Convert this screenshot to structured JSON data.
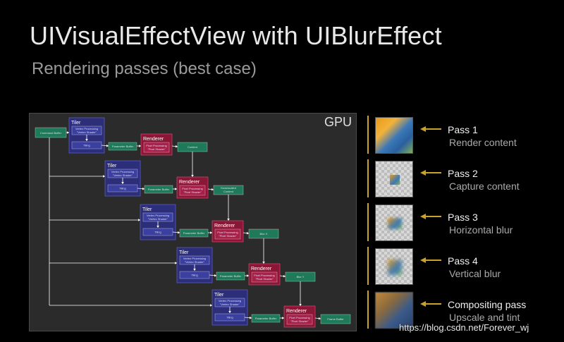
{
  "header": {
    "title": "UIVisualEffectView with UIBlurEffect",
    "subtitle": "Rendering passes (best case)"
  },
  "gpu": {
    "label": "GPU",
    "command_buffer": "Command Buffer",
    "stages": [
      {
        "tiler": "Tiler",
        "vertex": [
          "Vertex Processing",
          "\"Vertex Shader\""
        ],
        "tiling": "Tiling",
        "param": "Parameter Buffer",
        "renderer": "Renderer",
        "pixel": [
          "Pixel Processing",
          "\"Pixel Shader\""
        ],
        "output": [
          "Content"
        ]
      },
      {
        "tiler": "Tiler",
        "vertex": [
          "Vertex Processing",
          "\"Vertex Shader\""
        ],
        "tiling": "Tiling",
        "param": "Parameter Buffer",
        "renderer": "Renderer",
        "pixel": [
          "Pixel Processing",
          "\"Pixel Shader\""
        ],
        "output": [
          "Downscaled",
          "Content"
        ]
      },
      {
        "tiler": "Tiler",
        "vertex": [
          "Vertex Processing",
          "\"Vertex Shader\""
        ],
        "tiling": "Tiling",
        "param": "Parameter Buffer",
        "renderer": "Renderer",
        "pixel": [
          "Pixel Processing",
          "\"Pixel Shader\""
        ],
        "output": [
          "Blur X"
        ]
      },
      {
        "tiler": "Tiler",
        "vertex": [
          "Vertex Processing",
          "\"Vertex Shader\""
        ],
        "tiling": "Tiling",
        "param": "Parameter Buffer",
        "renderer": "Renderer",
        "pixel": [
          "Pixel Processing",
          "\"Pixel Shader\""
        ],
        "output": [
          "Blur Y"
        ]
      },
      {
        "tiler": "Tiler",
        "vertex": [
          "Vertex Processing",
          "\"Vertex Shader\""
        ],
        "tiling": "Tiling",
        "param": "Parameter Buffer",
        "renderer": "Renderer",
        "pixel": [
          "Pixel Processing",
          "\"Pixel Shader\""
        ],
        "output": [
          "Frame Buffer"
        ]
      }
    ]
  },
  "passes": [
    {
      "name": "Pass 1",
      "desc": "Render content",
      "thumb": "full-image"
    },
    {
      "name": "Pass 2",
      "desc": "Capture content",
      "thumb": "small-image"
    },
    {
      "name": "Pass 3",
      "desc": "Horizontal blur",
      "thumb": "horizontal-blur-image"
    },
    {
      "name": "Pass 4",
      "desc": "Vertical blur",
      "thumb": "vertical-blur-image"
    },
    {
      "name": "Compositing pass",
      "desc": "Upscale and tint",
      "thumb": "composited-image"
    }
  ],
  "colors": {
    "accent": "#c9a227",
    "tiler": "#2c2e7a",
    "renderer": "#8a1736",
    "buffer": "#1f7a5a"
  },
  "watermark": "https://blog.csdn.net/Forever_wj"
}
